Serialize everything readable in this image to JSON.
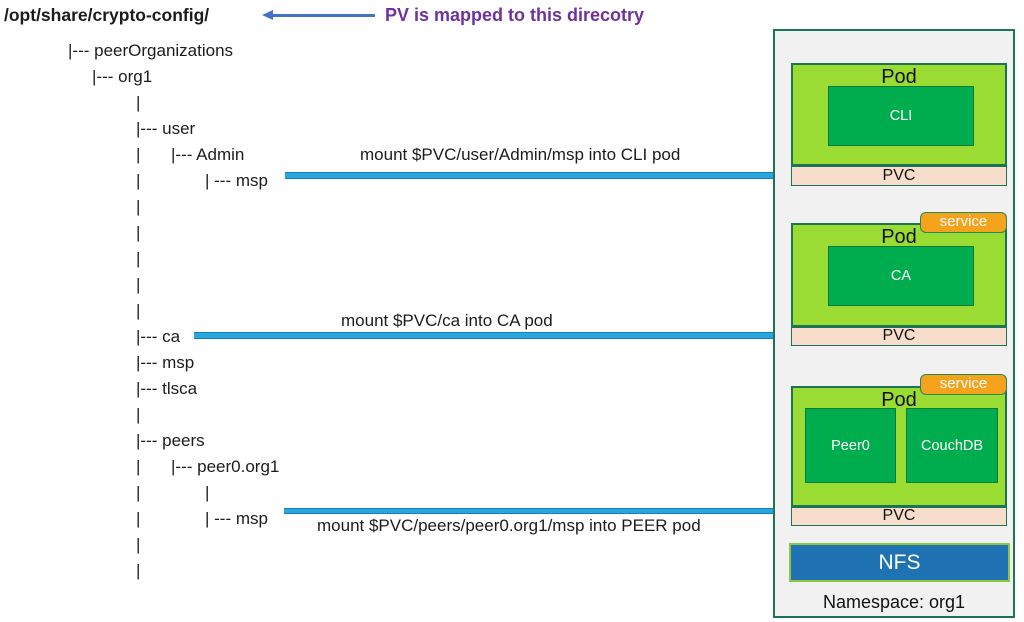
{
  "title": "/opt/share/crypto-config/",
  "pv_note": {
    "text": "PV is mapped to this direcotry"
  },
  "tree": {
    "rows": [
      {
        "segments": [
          {
            "t": "|--- peerOrganizations"
          }
        ]
      },
      {
        "segments": [
          {
            "t": "|--- org1"
          }
        ]
      },
      {
        "segments": [
          {
            "t": "|"
          }
        ]
      },
      {
        "segments": [
          {
            "t": "|--- user"
          }
        ]
      },
      {
        "segments": [
          {
            "t": "|"
          },
          {
            "t": "|--- Admin"
          }
        ]
      },
      {
        "segments": [
          {
            "t": "|"
          },
          {
            "t": "| --- msp"
          }
        ]
      },
      {
        "segments": [
          {
            "t": "|"
          }
        ]
      },
      {
        "segments": [
          {
            "t": "|"
          }
        ]
      },
      {
        "segments": [
          {
            "t": "|"
          }
        ]
      },
      {
        "segments": [
          {
            "t": "|"
          }
        ]
      },
      {
        "segments": [
          {
            "t": "|"
          }
        ]
      },
      {
        "segments": [
          {
            "t": "|--- ca"
          }
        ]
      },
      {
        "segments": [
          {
            "t": "|--- msp"
          }
        ]
      },
      {
        "segments": [
          {
            "t": "|--- tlsca"
          }
        ]
      },
      {
        "segments": [
          {
            "t": "|"
          }
        ]
      },
      {
        "segments": [
          {
            "t": "|--- peers"
          }
        ]
      },
      {
        "segments": [
          {
            "t": "|"
          },
          {
            "t": "|--- peer0.org1"
          }
        ]
      },
      {
        "segments": [
          {
            "t": "|"
          },
          {
            "t": "|"
          }
        ]
      },
      {
        "segments": [
          {
            "t": "|"
          },
          {
            "t": "| --- msp"
          }
        ]
      },
      {
        "segments": [
          {
            "t": "|"
          }
        ]
      },
      {
        "segments": [
          {
            "t": "|"
          }
        ]
      }
    ]
  },
  "mounts": [
    {
      "label": "mount $PVC/user/Admin/msp into CLI pod"
    },
    {
      "label": "mount $PVC/ca into CA pod"
    },
    {
      "label": "mount $PVC/peers/peer0.org1/msp into PEER pod"
    }
  ],
  "panel": {
    "namespace_label": "Namespace: org1",
    "nfs_label": "NFS",
    "pods": [
      {
        "label": "Pod",
        "pvc_label": "PVC",
        "containers": [
          {
            "label": "CLI"
          }
        ]
      },
      {
        "label": "Pod",
        "pvc_label": "PVC",
        "service_label": "service",
        "containers": [
          {
            "label": "CA"
          }
        ]
      },
      {
        "label": "Pod",
        "pvc_label": "PVC",
        "service_label": "service",
        "containers": [
          {
            "label": "Peer0"
          },
          {
            "label": "CouchDB"
          }
        ]
      }
    ]
  },
  "colors": {
    "note_purple": "#7030A0",
    "note_arrow_blue": "#4472C4",
    "mount_arrow_blue": "#2AA6DF",
    "panel_border_green": "#1C7456",
    "panel_bg": "#F1F1F1",
    "pod_fill": "#9BDC33",
    "container_fill": "#00AD4E",
    "pvc_fill": "#F9DDCC",
    "service_orange": "#F5A21C",
    "nfs_blue": "#2073B2",
    "nfs_border": "#8DC63F"
  }
}
